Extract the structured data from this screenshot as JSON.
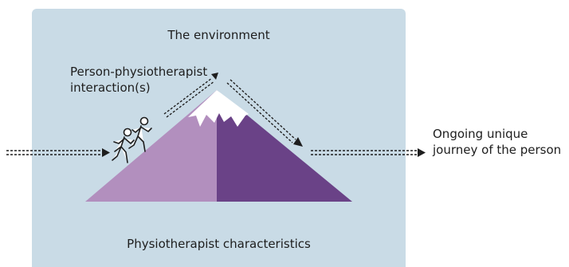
{
  "diagram": {
    "environment_label": "The environment",
    "interaction_label": "Person-physiotherapist interaction(s)",
    "characteristics_label": "Physiotherapist characteristics",
    "journey_label": "Ongoing unique journey of the person"
  },
  "colors": {
    "environment_background": "#c9dbe6",
    "mountain_light": "#b28fbe",
    "mountain_dark": "#6a4287",
    "snow": "#ffffff",
    "arrow": "#1e1e1e"
  },
  "icons": {
    "walkers": "hiking-people-icon"
  }
}
